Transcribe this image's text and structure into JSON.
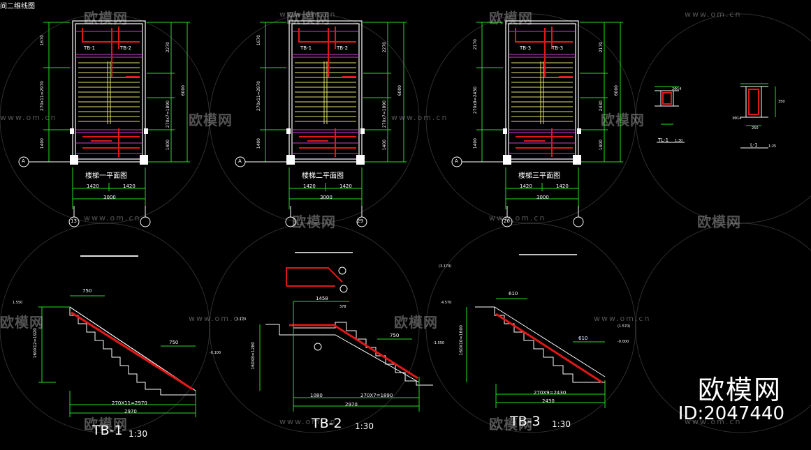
{
  "header_fragment": "间二维线图",
  "watermark": {
    "brand": "欧模网",
    "url": "www.om.cn"
  },
  "brand_logo": {
    "name": "欧模网",
    "id": "ID:2047440"
  },
  "plans": [
    {
      "title": "楼梯一平面图",
      "dims": {
        "top_v": "1670",
        "mid_v": "270x11=2970",
        "bot_v": "1400",
        "right_top": "2270",
        "right_full": "6000",
        "right_mid": "270x7=1890",
        "right_bot": "1400",
        "h1": "1420",
        "h2": "1420",
        "total": "3000",
        "tb": "TB-1",
        "tb2": "TB-2",
        "axis_a": "A",
        "axis_num": "13"
      }
    },
    {
      "title": "楼梯二平面图",
      "dims": {
        "top_v": "1670",
        "mid_v": "270x11=2970",
        "bot_v": "1400",
        "right_top": "2270",
        "right_full": "6000",
        "right_mid": "270x7=1890",
        "right_bot": "1400",
        "h1": "1420",
        "h2": "1420",
        "total": "3000",
        "tb": "TB-1",
        "tb2": "TB-2",
        "axis_a": "A",
        "axis_num": "29"
      }
    },
    {
      "title": "楼梯三平面图",
      "dims": {
        "top_v": "2170",
        "mid_v": "270x9=2430",
        "bot_v": "1400",
        "right_top": "2170",
        "right_full": "6000",
        "right_mid": "2430",
        "right_bot": "1400",
        "h1": "1420",
        "h2": "1420",
        "total": "3000",
        "tb": "TB-3",
        "tb2": "TB-3",
        "axis_a": "A",
        "axis_num": "20"
      }
    }
  ],
  "details": {
    "tl1": "TL-1",
    "tl1_scale": "1:30",
    "l1": "L-1",
    "l1_scale": "1:25",
    "d1": "2Φ14",
    "d2": "250",
    "d3": "350",
    "d4": "3Φ14"
  },
  "sections": [
    {
      "title": "TB-1",
      "scale": "1:30",
      "top": "750",
      "bot": "750",
      "run": "270X11=2970",
      "total": "2970",
      "rise": "160X12=1920",
      "elev_l": "1.550",
      "elev_r": "-0.100"
    },
    {
      "title": "TB-2",
      "scale": "1:30",
      "top": "1458",
      "top2": "378",
      "run": "270X7=1890",
      "left": "1080",
      "total": "2970",
      "rise": "160X8=1280",
      "elev_l": "3.170",
      "elev_top": "(3.170)",
      "elev_r": "-1.550",
      "bot": "750"
    },
    {
      "title": "TB-3",
      "scale": "1:30",
      "top": "610",
      "bot": "610",
      "run": "270X9=2430",
      "total": "2430",
      "rise": "160X10=1600",
      "elev_l": "4.570",
      "elev_r": "(1.570)",
      "elev_r2": "-0.000"
    }
  ],
  "colors": {
    "dim": "#22e022",
    "rebar": "#e01818",
    "wall": "#ffffff",
    "stair": "#e0e070",
    "landing": "#d040d0"
  }
}
